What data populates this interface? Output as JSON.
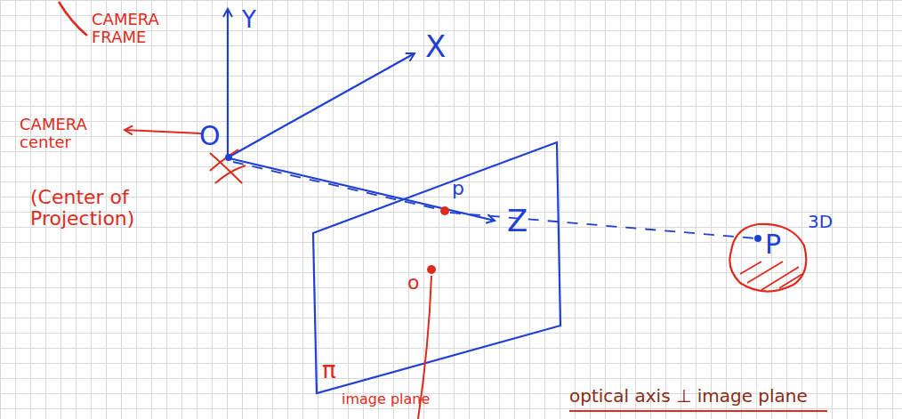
{
  "diagram": {
    "labels": [
      "CAMERA FRAME",
      "Y",
      "X",
      "CAMERA center",
      "O",
      "(Center of Projection)",
      "p",
      "P",
      "3D",
      "o",
      "Z",
      "π",
      "image plane",
      "optical axis ⊥ image plane"
    ]
  }
}
